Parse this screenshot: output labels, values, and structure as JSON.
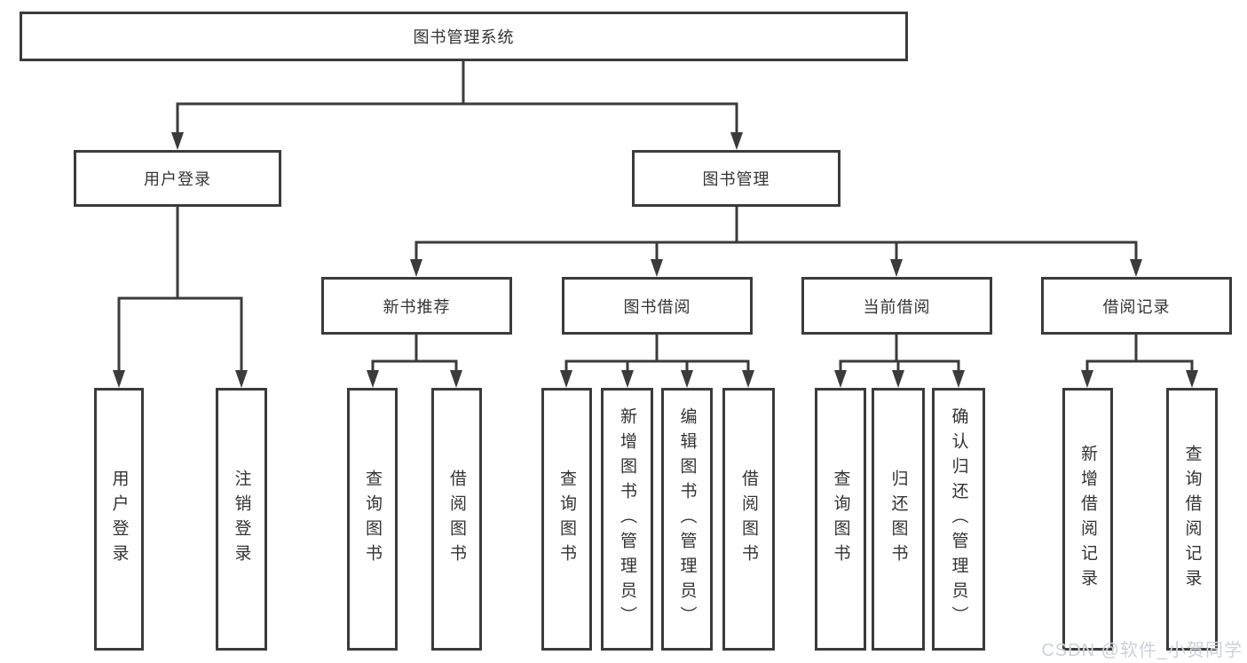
{
  "diagram": {
    "root": {
      "label": "图书管理系统"
    },
    "level2": [
      {
        "label": "用户登录"
      },
      {
        "label": "图书管理"
      }
    ],
    "level3": [
      {
        "label": "新书推荐"
      },
      {
        "label": "图书借阅"
      },
      {
        "label": "当前借阅"
      },
      {
        "label": "借阅记录"
      }
    ],
    "leaves": [
      {
        "label": "用户登录"
      },
      {
        "label": "注销登录"
      },
      {
        "label": "查询图书"
      },
      {
        "label": "借阅图书"
      },
      {
        "label": "查询图书"
      },
      {
        "label": "新增图书（管理员）"
      },
      {
        "label": "编辑图书（管理员）"
      },
      {
        "label": "借阅图书"
      },
      {
        "label": "查询图书"
      },
      {
        "label": "归还图书"
      },
      {
        "label": "确认归还（管理员）"
      },
      {
        "label": "新增借阅记录"
      },
      {
        "label": "查询借阅记录"
      }
    ]
  },
  "watermark": {
    "text": "CSDN @软件_小贺同学"
  },
  "colors": {
    "line": "#3b3b3b",
    "text": "#333333",
    "background": "#ffffff",
    "watermark": "#ccd1da"
  }
}
